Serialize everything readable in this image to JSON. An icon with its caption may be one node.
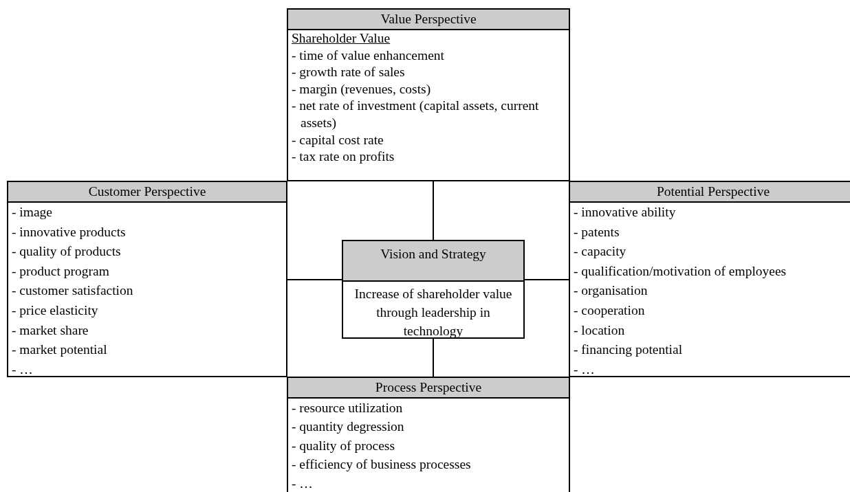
{
  "diagram": {
    "nodes": [
      {
        "text": [
          "Value Perspective",
          "Shareholder Value",
          "- time of value enhancement",
          "- growth rate of sales",
          "- margin (revenues, costs)",
          "- net rate of investment (capital assets, current assets)",
          "- capital cost rate",
          "- tax rate on profits"
        ]
      },
      {
        "text": [
          "Customer Perspective",
          "- image",
          "- innovative products",
          "- quality of products",
          "- product program",
          "- customer satisfaction",
          "- price elasticity",
          "- market share",
          "- market potential",
          "- …"
        ]
      },
      {
        "text": [
          "Vision and Strategy",
          "Increase of shareholder value through leadership in technology"
        ]
      },
      {
        "text": [
          "Potential Perspective",
          "- innovative ability",
          "- patents",
          "- capacity",
          "- qualification/motivation of employees",
          "- organisation",
          "- cooperation",
          "- location",
          "- financing potential",
          "- …"
        ]
      },
      {
        "text": [
          "Process Perspective",
          "- resource utilization",
          "- quantity degression",
          "- quality of process",
          "- efficiency of business processes",
          "- …"
        ]
      }
    ],
    "edges": [
      {
        "from": 2,
        "to": 0,
        "arrow": "none"
      },
      {
        "from": 2,
        "to": 1,
        "arrow": "none"
      },
      {
        "from": 2,
        "to": 3,
        "arrow": "none"
      },
      {
        "from": 2,
        "to": 4,
        "arrow": "none"
      }
    ]
  }
}
